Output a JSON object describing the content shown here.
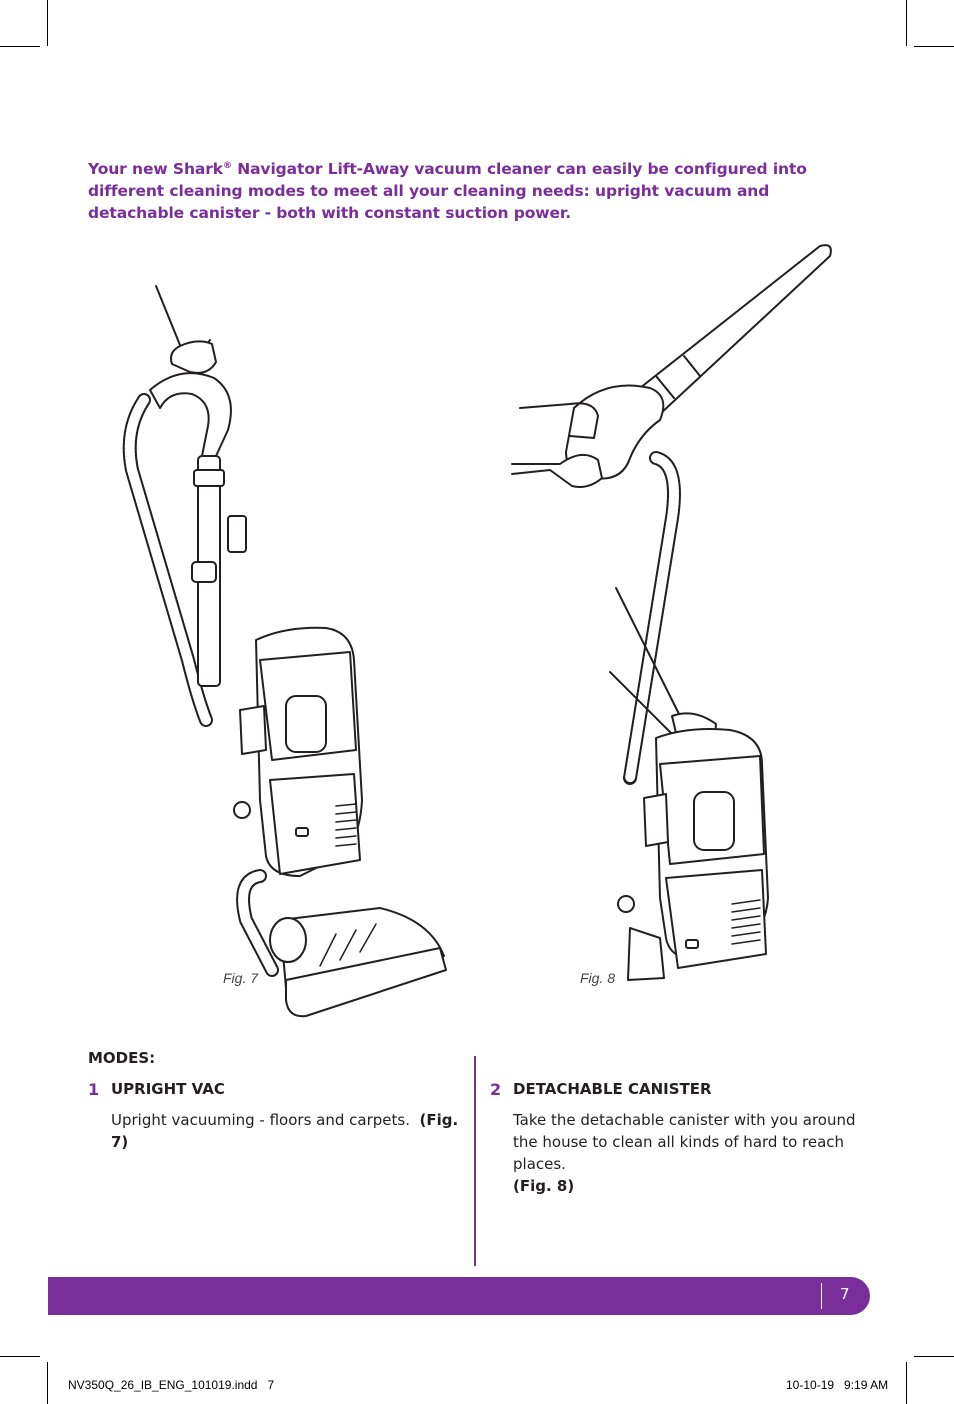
{
  "intro": {
    "before_sup": "Your new Shark",
    "sup": "®",
    "after_sup": " Navigator Lift-Away vacuum cleaner can easily be configured into different cleaning modes to meet all your cleaning needs: upright vacuum and detachable canister - both with constant suction power."
  },
  "figures": {
    "fig7_label": "Fig. 7",
    "fig8_label": "Fig. 8"
  },
  "modes": {
    "heading": "MODES:",
    "items": [
      {
        "number": "1",
        "title": "UPRIGHT VAC",
        "text": "Upright vacuuming - floors and carpets.",
        "ref": "(Fig. 7)"
      },
      {
        "number": "2",
        "title": "DETACHABLE CANISTER",
        "text": "Take the detachable canister with you around the house to clean all kinds of hard to reach places.",
        "ref": "(Fig. 8)"
      }
    ]
  },
  "footer": {
    "page_number": "7",
    "slug_left": "NV350Q_26_IB_ENG_101019.indd   7",
    "slug_right": "10-10-19   9:19 AM"
  },
  "colors": {
    "accent": "#7a2e9a",
    "text": "#231f20"
  }
}
